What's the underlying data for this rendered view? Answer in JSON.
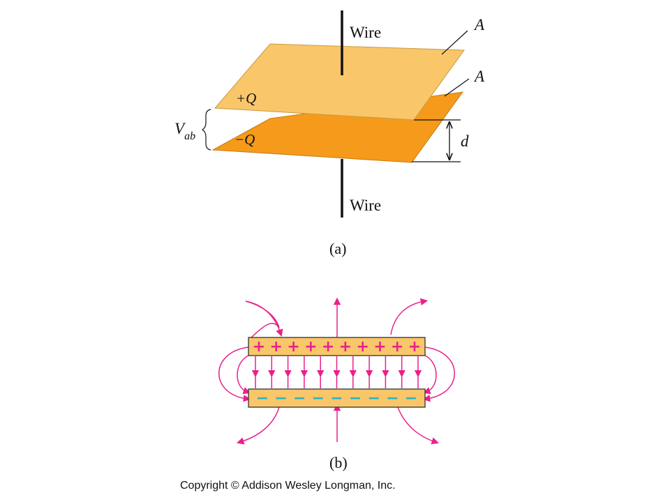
{
  "figure_a": {
    "top_wire_label": "Wire",
    "bottom_wire_label": "Wire",
    "top_plate_area_label": "A",
    "bottom_plate_area_label": "A",
    "top_plate_charge": "+Q",
    "bottom_plate_charge": "−Q",
    "voltage_label_main": "V",
    "voltage_label_sub": "ab",
    "separation_label": "d",
    "caption": "(a)",
    "colors": {
      "top_plate": "#F9C66A",
      "bottom_plate": "#F59A1B"
    }
  },
  "figure_b": {
    "caption": "(b)",
    "plus_signs": [
      "+",
      "+",
      "+",
      "+",
      "+",
      "+",
      "+",
      "+",
      "+",
      "+"
    ],
    "minus_signs": [
      "−",
      "−",
      "−",
      "−",
      "−",
      "−",
      "−",
      "−",
      "−"
    ],
    "colors": {
      "plate_fill": "#F9C66A",
      "field_line": "#E8218A",
      "plus": "#E8218A",
      "minus": "#2BB3C4"
    }
  },
  "copyright": "Copyright © Addison Wesley Longman, Inc."
}
